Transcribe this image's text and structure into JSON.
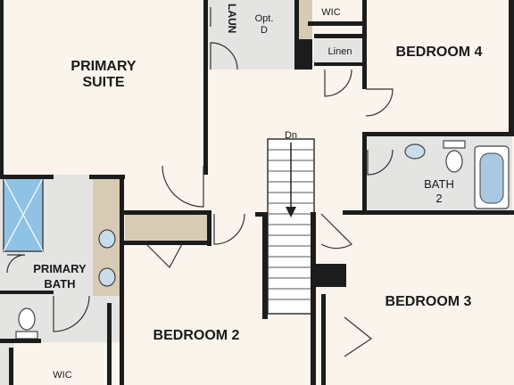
{
  "rooms": {
    "primary_suite_line1": "PRIMARY",
    "primary_suite_line2": "SUITE",
    "laundry": "LAUN",
    "opt_d_line1": "Opt.",
    "opt_d_line2": "D",
    "wic_top": "WIC",
    "linen": "Linen",
    "bedroom_4": "BEDROOM 4",
    "stair_direction": "Dn",
    "bath2_line1": "BATH",
    "bath2_line2": "2",
    "primary_bath_line1": "PRIMARY",
    "primary_bath_line2": "BATH",
    "bedroom_3": "BEDROOM 3",
    "bedroom_2": "BEDROOM 2",
    "wic_bottom": "WIC"
  },
  "colors": {
    "room_fill": "#faf4ec",
    "wet_area_fill": "#e4e4e2",
    "wall": "#1c1c1c",
    "counter": "#d8cbb5",
    "glass": "#8ec3e6",
    "fixture": "#c9dcea",
    "tub": "#a9c9e3"
  }
}
